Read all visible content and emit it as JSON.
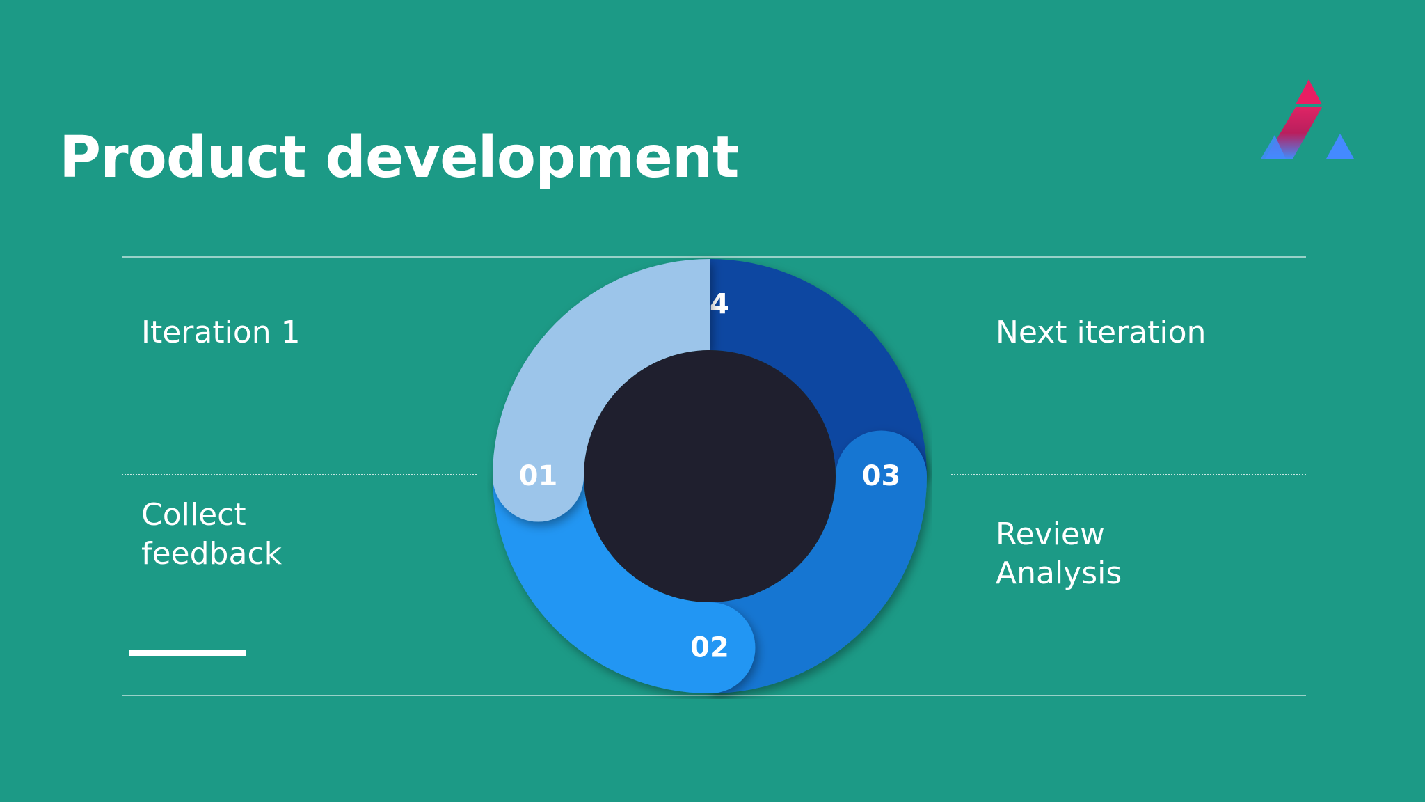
{
  "slide": {
    "title": "Product development"
  },
  "labels": {
    "top_left": "Iteration 1",
    "bottom_left": "Collect\nfeedback",
    "top_right": "Next iteration",
    "bottom_right": "Review\nAnalysis"
  },
  "cycle": {
    "segments": [
      {
        "number": "01",
        "color": "#9cc5ea"
      },
      {
        "number": "02",
        "color": "#2196f3"
      },
      {
        "number": "03",
        "color": "#1976d2"
      },
      {
        "number": "04",
        "color": "#0d47a1"
      }
    ],
    "center_color": "#1f1f2e"
  },
  "colors": {
    "background": "#1c9a86",
    "logo_pink": "#e91e63",
    "logo_blue": "#448aff"
  }
}
